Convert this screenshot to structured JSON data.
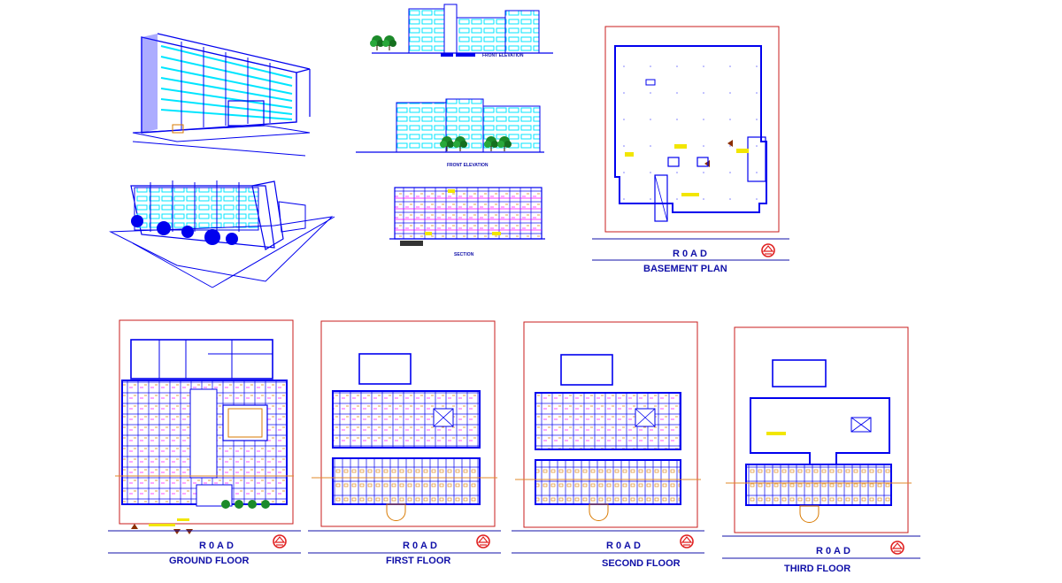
{
  "drawing": {
    "colors": {
      "wall": "#0000ee",
      "window": "#00e5ff",
      "boundary": "#c81e1e",
      "text": "#1010a8",
      "accent_yellow": "#f2e600",
      "tree": "#1c8a2a",
      "road_line": "#1010a8",
      "grid_orange": "#e08a2a"
    },
    "elevation_labels": {
      "front_elevation_top": "FRONT ELEVATION",
      "front_elevation_mid": "FRONT ELEVATION",
      "section": "SECTION"
    },
    "basement": {
      "road": "R0AD",
      "title": "BASEMENT PLAN"
    },
    "floors": [
      {
        "road": "R0AD",
        "title": "GROUND FLOOR"
      },
      {
        "road": "R0AD",
        "title": "FIRST FLOOR"
      },
      {
        "road": "R0AD",
        "title": "SECOND FLOOR"
      },
      {
        "road": "R0AD",
        "title": "THIRD FLOOR"
      }
    ]
  }
}
